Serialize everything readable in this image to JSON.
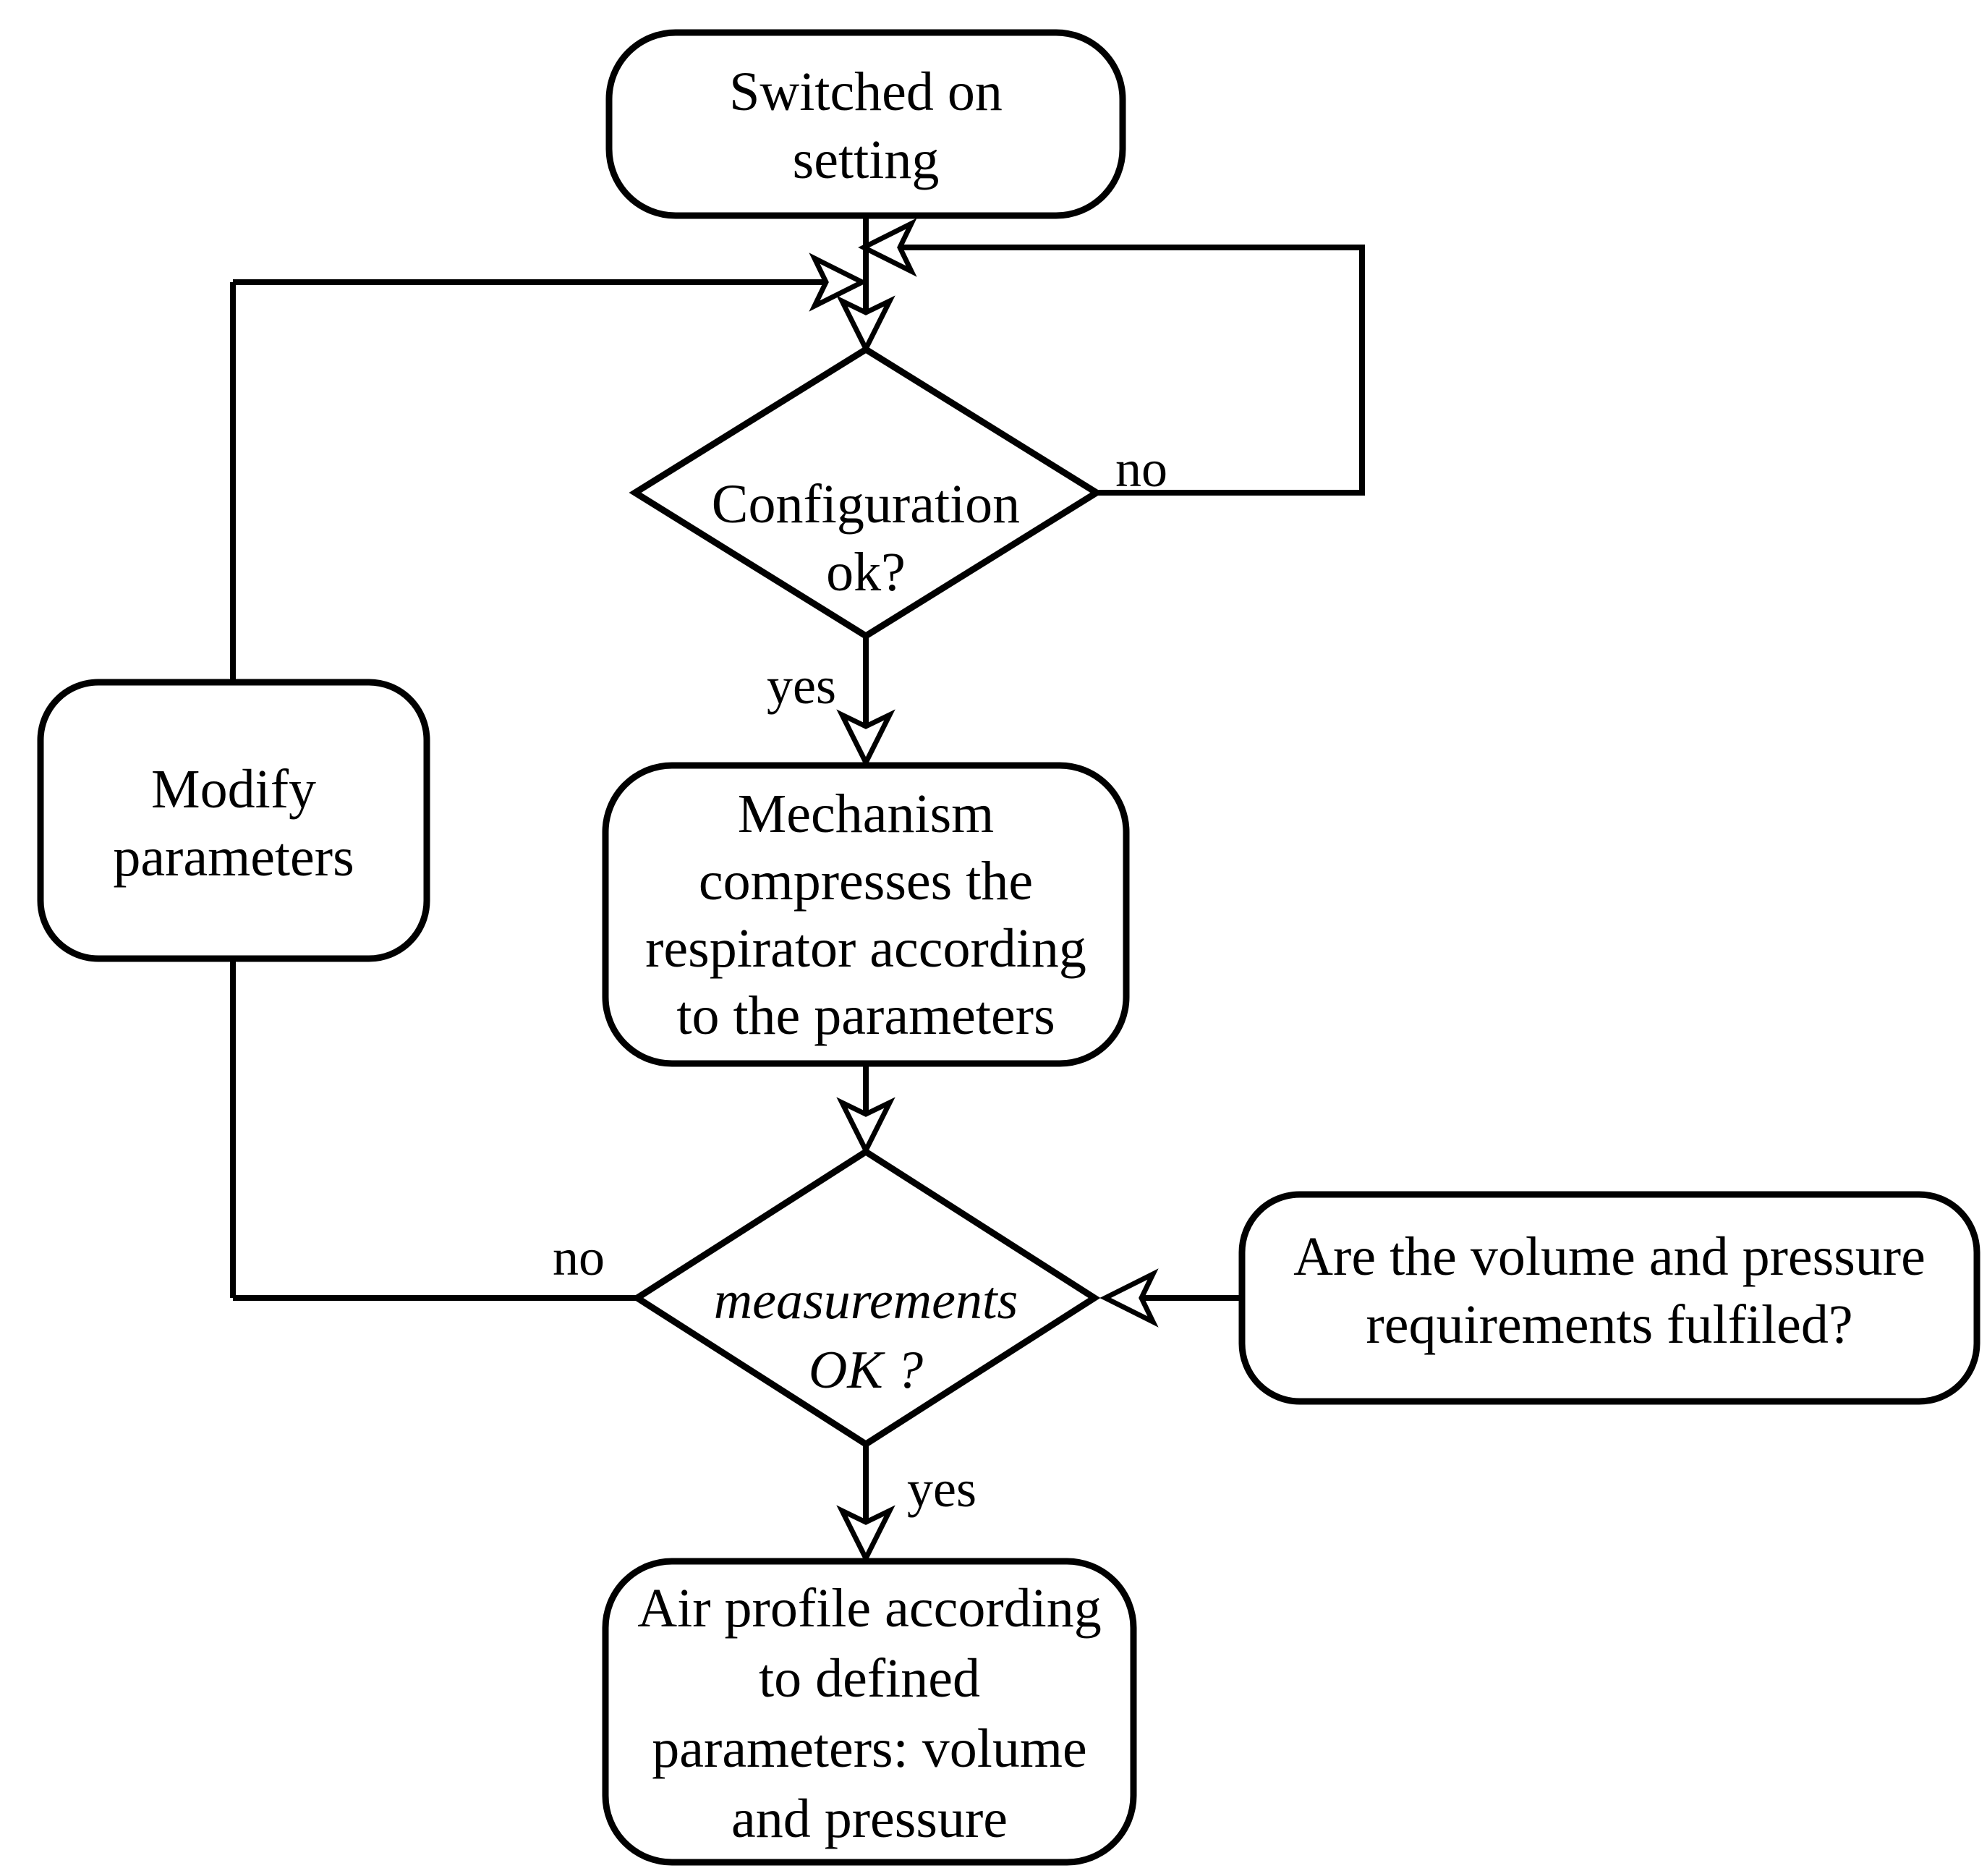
{
  "flowchart": {
    "colors": {
      "stroke": "#000000",
      "background": "#ffffff",
      "node_fill": "#ffffff"
    },
    "nodes": {
      "start": {
        "shape": "rounded-rect",
        "lines": [
          "Switched on",
          "setting"
        ]
      },
      "config_decision": {
        "shape": "diamond",
        "lines": [
          "Configuration",
          "ok?"
        ]
      },
      "modify_parameters": {
        "shape": "rounded-rect",
        "lines": [
          "Modify",
          "parameters"
        ]
      },
      "mechanism": {
        "shape": "rounded-rect",
        "lines": [
          "Mechanism",
          "compresses the",
          "respirator according",
          "to the parameters"
        ]
      },
      "measurements_decision": {
        "shape": "diamond",
        "text_style": "italic",
        "lines": [
          "measurements",
          "OK ?"
        ]
      },
      "requirements_question": {
        "shape": "rounded-rect",
        "lines": [
          "Are the volume and pressure",
          "requirements fulfiled?"
        ]
      },
      "air_profile": {
        "shape": "rounded-rect",
        "lines": [
          "Air profile according",
          "to defined",
          "parameters: volume",
          "and pressure"
        ]
      }
    },
    "edge_labels": {
      "config_no": "no",
      "config_yes": "yes",
      "measurements_no": "no",
      "measurements_yes": "yes"
    }
  }
}
